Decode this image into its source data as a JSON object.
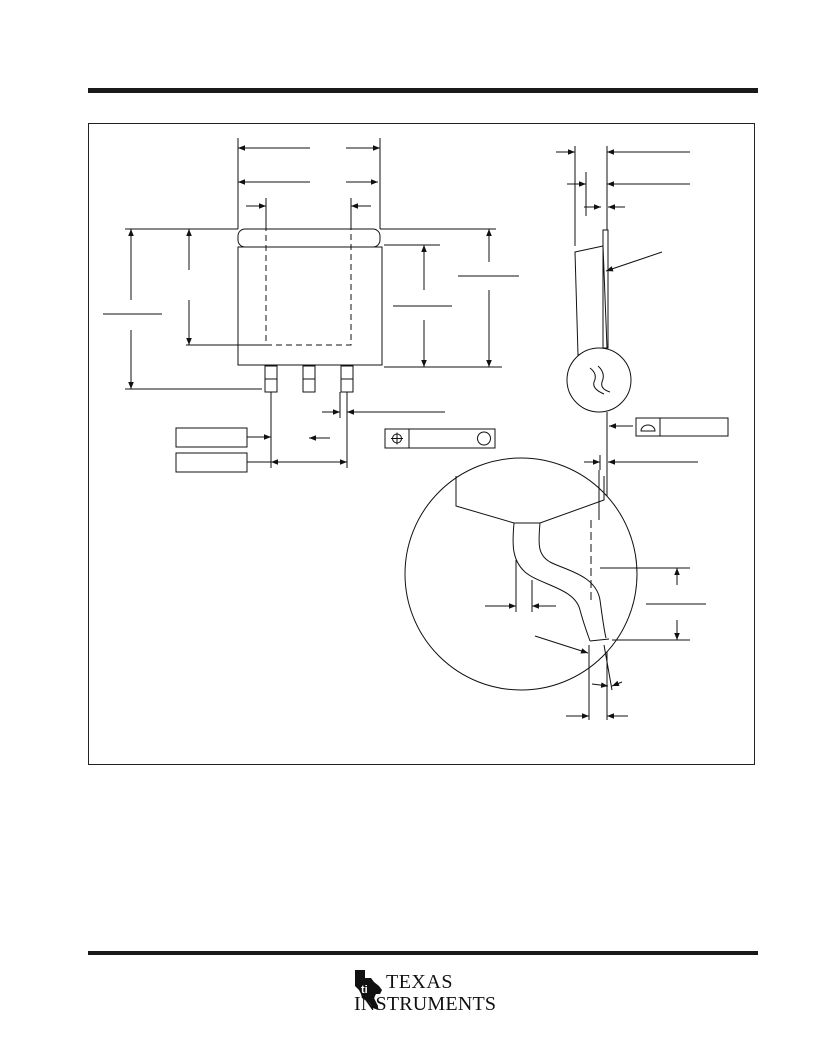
{
  "brand": {
    "name_line1": "TEXAS",
    "name_line2": "INSTRUMENTS",
    "logo_icon": "texas-state-ti-logo-icon"
  },
  "drawing": {
    "kind": "mechanical package outline",
    "view_icons": [
      "position-tolerance-icon",
      "flatness-icon"
    ]
  }
}
